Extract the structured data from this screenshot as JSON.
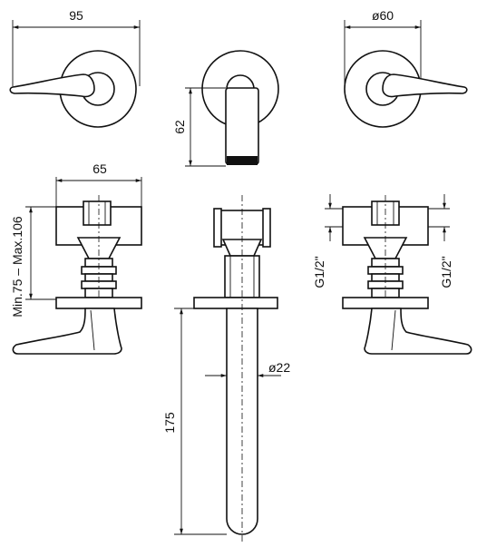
{
  "dimensions": {
    "top_left_width": "95",
    "top_right_diameter": "ø60",
    "spout_top_height": "62",
    "body_width": "65",
    "min_max_depth": "Min.75  –  Max.106",
    "spout_length": "175",
    "spout_diameter": "ø22",
    "thread_left": "G1/2\"",
    "thread_right": "G1/2\""
  }
}
